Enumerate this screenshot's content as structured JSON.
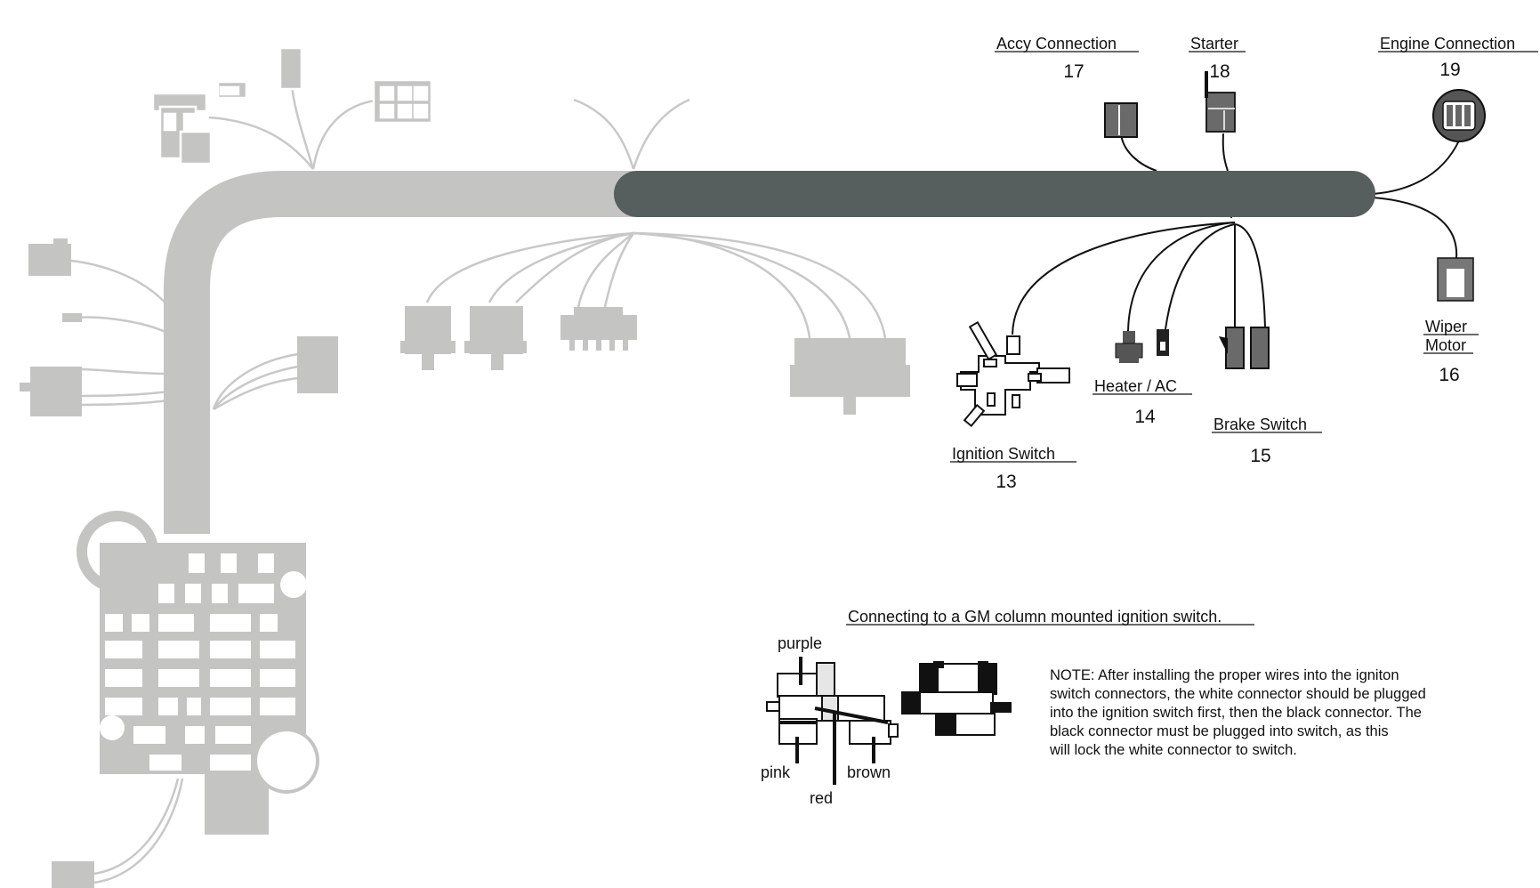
{
  "colors": {
    "harness_light": "#c4c4c3",
    "harness_dark": "#565f5e",
    "wire_light": "#c8c8c8",
    "wire_dark": "#111111",
    "connector_dark": "#6a6a6a",
    "background": "#ffffff"
  },
  "connectors": {
    "accy": {
      "label": "Accy Connection",
      "number": "17"
    },
    "starter": {
      "label": "Starter",
      "number": "18"
    },
    "engine": {
      "label": "Engine Connection",
      "number": "19"
    },
    "wiper": {
      "label_line1": "Wiper",
      "label_line2": "Motor",
      "number": "16"
    },
    "heater": {
      "label": "Heater / AC",
      "number": "14"
    },
    "brake": {
      "label": "Brake Switch",
      "number": "15"
    },
    "ignition": {
      "label": "Ignition Switch",
      "number": "13"
    }
  },
  "inset": {
    "title": "Connecting to a GM column mounted ignition switch.",
    "wires": {
      "purple": "purple",
      "pink": "pink",
      "red": "red",
      "brown": "brown"
    },
    "note_lines": [
      "NOTE: After installing the proper wires into the igniton",
      "switch connectors, the white connector should be plugged",
      "into the ignition switch first, then the black connector. The",
      "black connector must be plugged into switch, as this",
      "will lock the white connector to switch."
    ]
  }
}
